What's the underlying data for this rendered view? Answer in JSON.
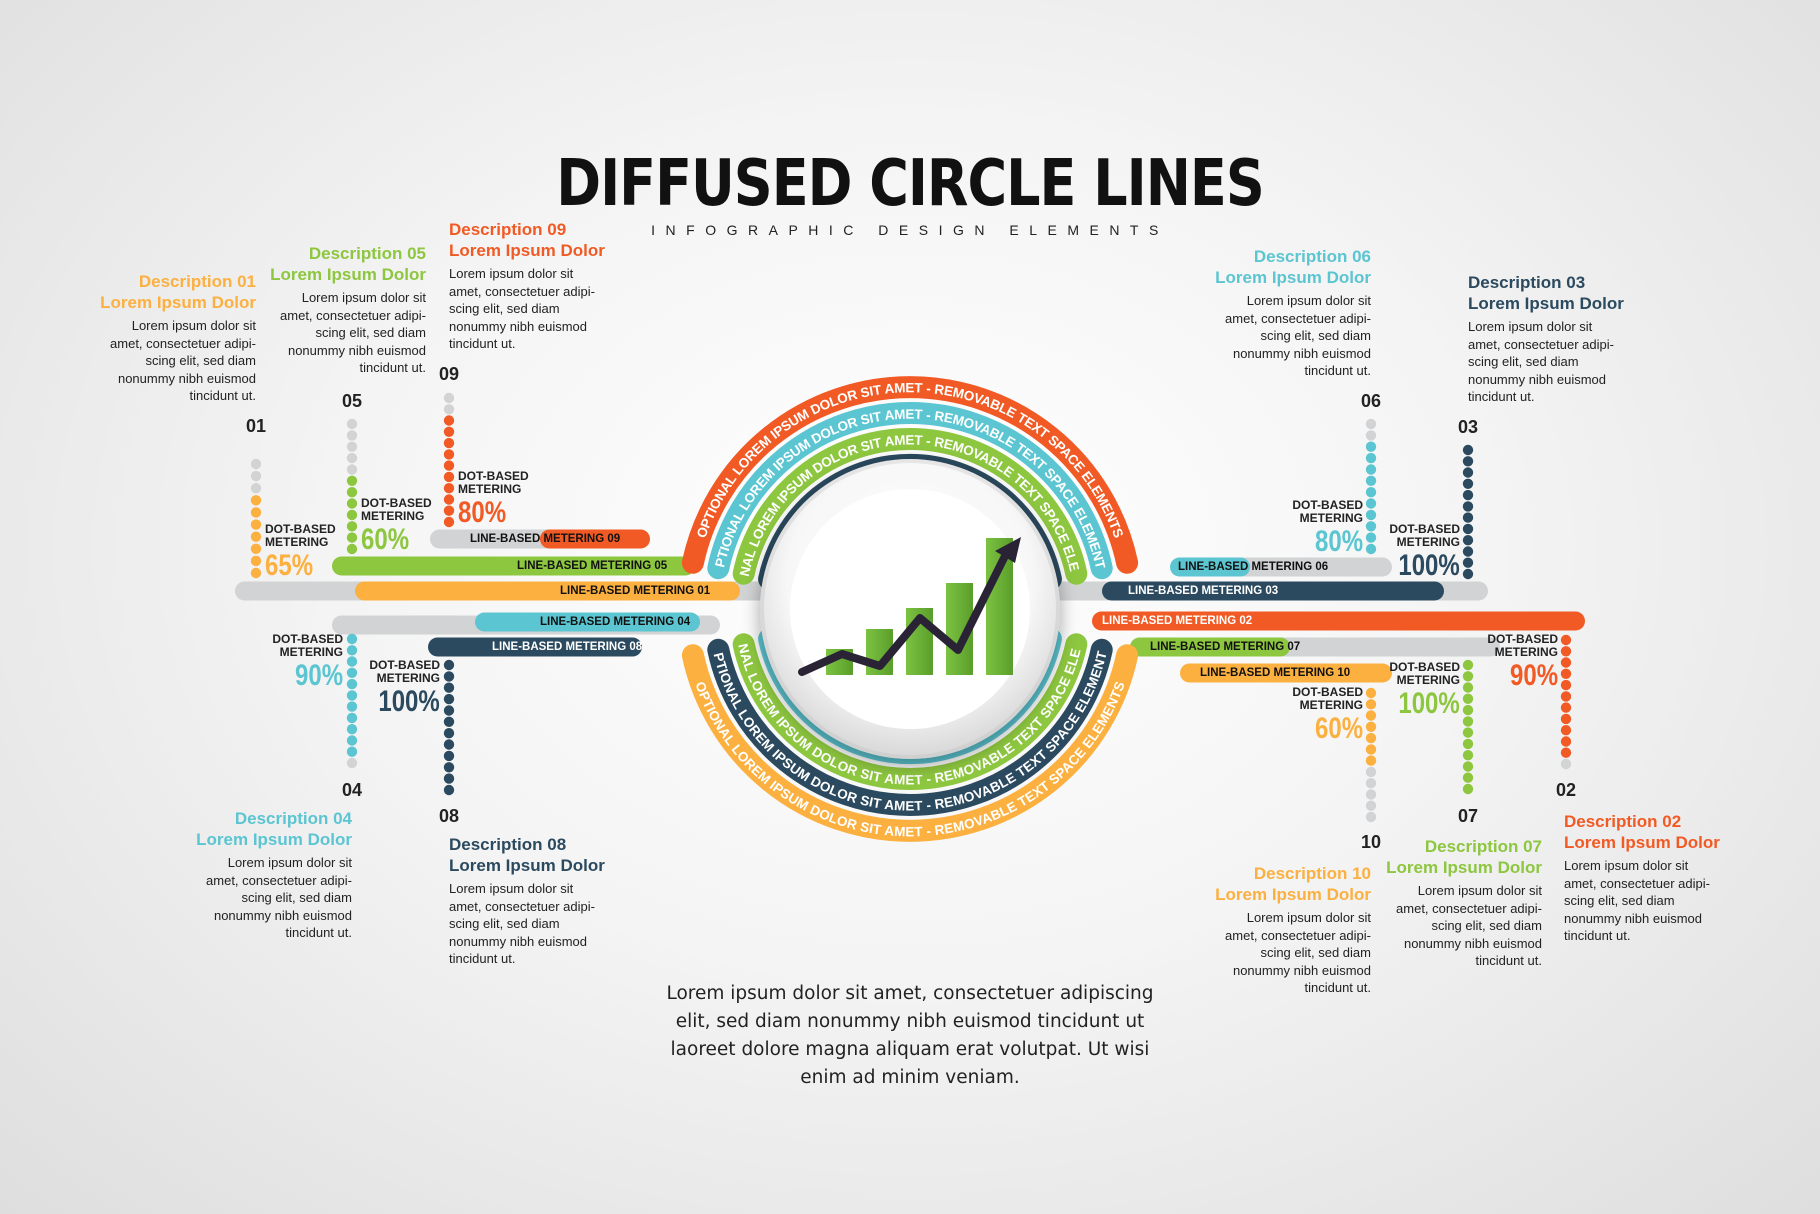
{
  "header": {
    "title": "DIFFUSED CIRCLE LINES",
    "subtitle": "INFOGRAPHIC DESIGN ELEMENTS"
  },
  "colors": {
    "orange_red": "#f15a24",
    "light_blue": "#5bc5d1",
    "green": "#8dc63f",
    "navy": "#2b4a5f",
    "amber": "#fbb040",
    "gray": "#d1d3d4"
  },
  "arc_text": "OPTIONAL LOREM IPSUM DOLOR SIT AMET - REMOVABLE TEXT SPACE ELEMENTS",
  "arc_text_inner": "OPTIONAL LOREM IPSUM DOLOR SIT AMET - REMOVABLE TEXT SPACE",
  "center_icon": "bar-chart-growth-arrow-icon",
  "dot_label": "DOT-BASED\nMETERING",
  "items": [
    {
      "id": "01",
      "heading": "Description 01",
      "subheading": "Lorem Ipsum Dolor",
      "body": "Lorem ipsum dolor sit amet, consectetuer adipi-scing elit, sed diam nonummy nibh euismod tincidunt ut.",
      "percent": "65%",
      "dots_filled": 0.65,
      "line_label": "LINE-BASED METERING 01",
      "color": "#fbb040"
    },
    {
      "id": "02",
      "heading": "Description 02",
      "subheading": "Lorem Ipsum Dolor",
      "body": "Lorem ipsum dolor sit amet, consectetuer adipi-scing elit, sed diam nonummy nibh euismod tincidunt ut.",
      "percent": "90%",
      "dots_filled": 0.9,
      "line_label": "LINE-BASED METERING 02",
      "color": "#f15a24"
    },
    {
      "id": "03",
      "heading": "Description 03",
      "subheading": "Lorem Ipsum Dolor",
      "body": "Lorem ipsum dolor sit amet, consectetuer adipi-scing elit, sed diam nonummy nibh euismod tincidunt ut.",
      "percent": "100%",
      "dots_filled": 1.0,
      "line_label": "LINE-BASED METERING 03",
      "color": "#2b4a5f"
    },
    {
      "id": "04",
      "heading": "Description 04",
      "subheading": "Lorem Ipsum Dolor",
      "body": "Lorem ipsum dolor sit amet, consectetuer adipi-scing elit, sed diam nonummy nibh euismod tincidunt ut.",
      "percent": "90%",
      "dots_filled": 0.9,
      "line_label": "LINE-BASED METERING 04",
      "color": "#5bc5d1"
    },
    {
      "id": "05",
      "heading": "Description 05",
      "subheading": "Lorem Ipsum Dolor",
      "body": "Lorem ipsum dolor sit amet, consectetuer adipi-scing elit, sed diam nonummy nibh euismod tincidunt ut.",
      "percent": "60%",
      "dots_filled": 0.6,
      "line_label": "LINE-BASED METERING 05",
      "color": "#8dc63f"
    },
    {
      "id": "06",
      "heading": "Description 06",
      "subheading": "Lorem Ipsum Dolor",
      "body": "Lorem ipsum dolor sit amet, consectetuer adipi-scing elit, sed diam nonummy nibh euismod tincidunt ut.",
      "percent": "80%",
      "dots_filled": 0.8,
      "line_label": "LINE-BASED METERING 06",
      "color": "#5bc5d1"
    },
    {
      "id": "07",
      "heading": "Description 07",
      "subheading": "Lorem Ipsum Dolor",
      "body": "Lorem ipsum dolor sit amet, consectetuer adipi-scing elit, sed diam nonummy nibh euismod tincidunt ut.",
      "percent": "100%",
      "dots_filled": 1.0,
      "line_label": "LINE-BASED METERING 07",
      "color": "#8dc63f"
    },
    {
      "id": "08",
      "heading": "Description 08",
      "subheading": "Lorem Ipsum Dolor",
      "body": "Lorem ipsum dolor sit amet, consectetuer adipi-scing elit, sed diam nonummy nibh euismod tincidunt ut.",
      "percent": "100%",
      "dots_filled": 1.0,
      "line_label": "LINE-BASED METERING 08",
      "color": "#2b4a5f"
    },
    {
      "id": "09",
      "heading": "Description 09",
      "subheading": "Lorem Ipsum Dolor",
      "body": "Lorem ipsum dolor sit amet, consectetuer adipi-scing elit, sed diam nonummy nibh euismod tincidunt ut.",
      "percent": "80%",
      "dots_filled": 0.8,
      "line_label": "LINE-BASED METERING 09",
      "color": "#f15a24"
    },
    {
      "id": "10",
      "heading": "Description 10",
      "subheading": "Lorem Ipsum Dolor",
      "body": "Lorem ipsum dolor sit amet, consectetuer adipi-scing elit, sed diam nonummy nibh euismod tincidunt ut.",
      "percent": "60%",
      "dots_filled": 0.6,
      "line_label": "LINE-BASED METERING 10",
      "color": "#fbb040"
    }
  ],
  "footer": {
    "paragraph": "Lorem ipsum dolor sit amet, consectetuer adipiscing elit, sed diam nonummy nibh euismod tincidunt ut laoreet dolore magna aliquam erat volutpat. Ut wisi enim ad minim veniam."
  }
}
